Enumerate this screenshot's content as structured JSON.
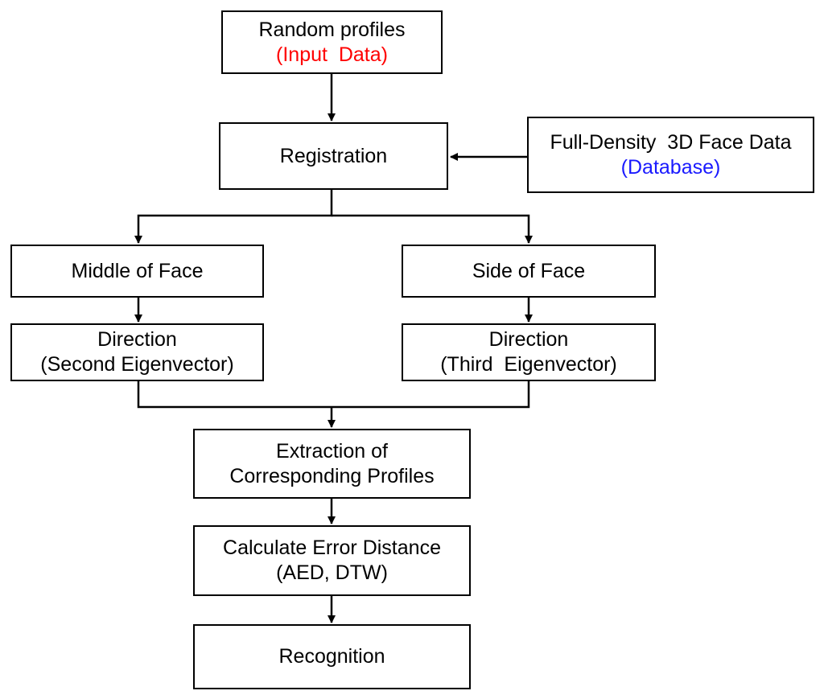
{
  "colors": {
    "red": "#ff0000",
    "blue": "#1a1aff",
    "stroke": "#000000"
  },
  "nodes": {
    "input": {
      "title": "Random profiles",
      "subtitle": "(Input  Data)"
    },
    "registration": {
      "title": "Registration"
    },
    "database": {
      "title": "Full-Density  3D Face Data",
      "subtitle": "(Database)"
    },
    "middle": {
      "title": "Middle of Face"
    },
    "side": {
      "title": "Side of Face"
    },
    "dir_second": {
      "line1": "Direction",
      "line2": "(Second Eigenvector)"
    },
    "dir_third": {
      "line1": "Direction",
      "line2": "(Third  Eigenvector)"
    },
    "extraction": {
      "line1": "Extraction of",
      "line2": "Corresponding Profiles"
    },
    "calculate": {
      "line1": "Calculate Error Distance",
      "line2": "(AED, DTW)"
    },
    "recognition": {
      "title": "Recognition"
    }
  }
}
